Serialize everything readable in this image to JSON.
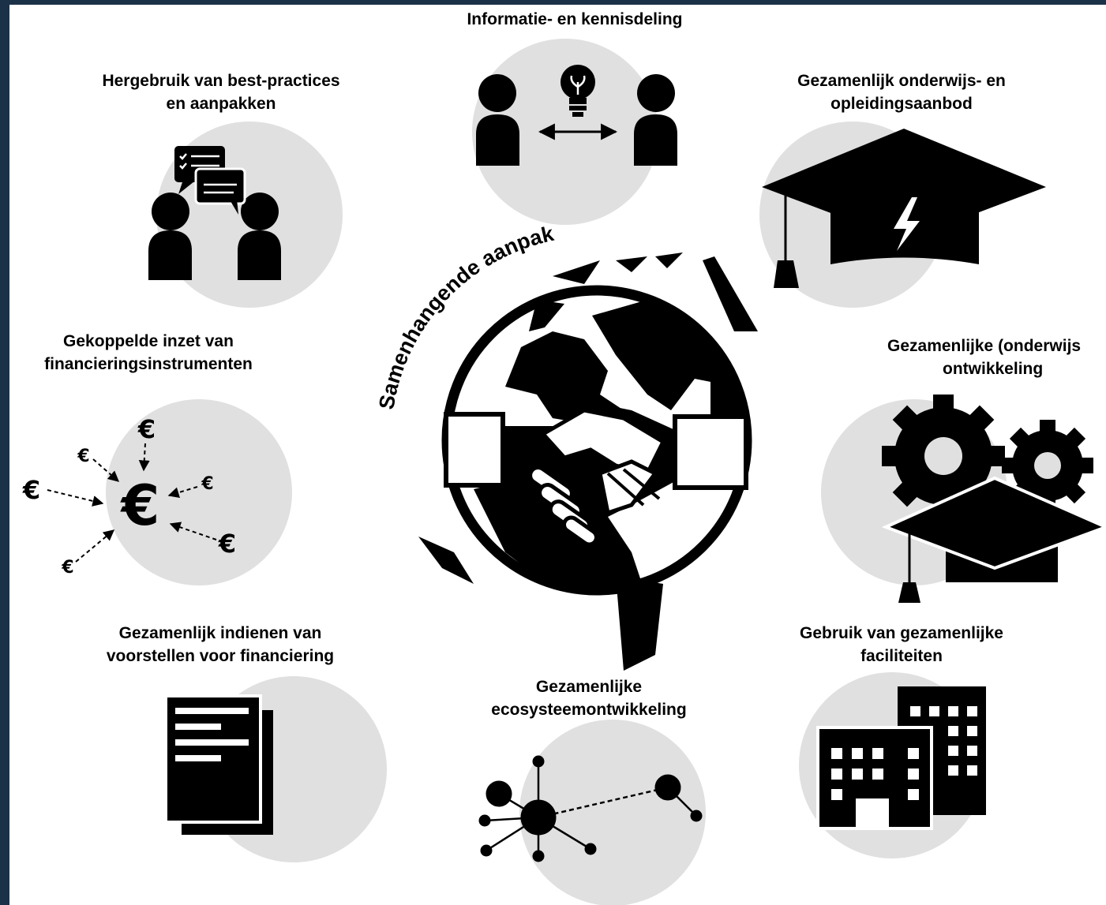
{
  "colors": {
    "frame": "#1b3148",
    "canvas": "#ffffff",
    "circle": "#e0e0e0",
    "ink": "#000000"
  },
  "center": {
    "title": "Samenhangende aanpak",
    "icon": "globe-handshake-icon"
  },
  "items": [
    {
      "id": "info",
      "line1": "Informatie- en kennisdeling",
      "line2": "",
      "icon": "people-idea-exchange-icon"
    },
    {
      "id": "bestpractice",
      "line1": "Hergebruik van best-practices",
      "line2": "en aanpakken",
      "icon": "people-speech-bubbles-icon"
    },
    {
      "id": "onderwijsaanbod",
      "line1": "Gezamenlijk onderwijs- en",
      "line2": "opleidingsaanbod",
      "icon": "graduation-cap-lightning-icon"
    },
    {
      "id": "financiering",
      "line1": "Gekoppelde inzet van",
      "line2": "financieringsinstrumenten",
      "icon": "euro-funding-icon"
    },
    {
      "id": "ontwikkeling",
      "line1": "Gezamenlijke (onderwijs",
      "line2": "ontwikkeling",
      "icon": "gears-graduation-cap-icon"
    },
    {
      "id": "voorstellen",
      "line1": "Gezamenlijk indienen van",
      "line2": "voorstellen voor financiering",
      "icon": "documents-icon"
    },
    {
      "id": "ecosysteem",
      "line1": "Gezamenlijke",
      "line2": "ecosysteemontwikkeling",
      "icon": "network-nodes-icon"
    },
    {
      "id": "faciliteiten",
      "line1": "Gebruik van gezamenlijke",
      "line2": "faciliteiten",
      "icon": "buildings-icon"
    }
  ]
}
